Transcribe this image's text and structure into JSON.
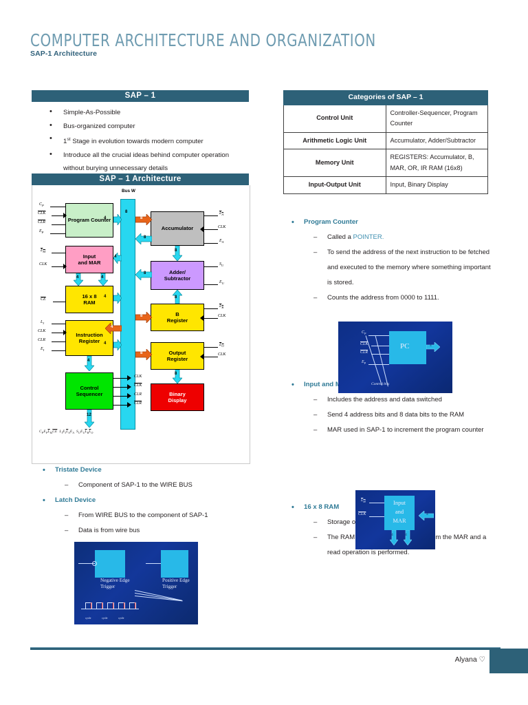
{
  "header": {
    "title": "COMPUTER ARCHITECTURE AND ORGANIZATION",
    "subtitle": "SAP-1 Architecture"
  },
  "sap1_box": {
    "caption": "SAP – 1",
    "bullets": [
      "Simple-As-Possible",
      "Bus-organized computer",
      "Stage in evolution towards modern computer",
      "Introduce all the crucial ideas behind computer operation without burying unnecessary details"
    ],
    "bullet3_prefix": "1",
    "bullet3_sup": "st"
  },
  "architecture": {
    "caption": "SAP – 1 Architecture",
    "bus_label": "Bus W",
    "blocks": [
      {
        "name": "program-counter",
        "label": "Program Counter",
        "color": "#c8efc8"
      },
      {
        "name": "input-and-mar",
        "label": "Input and MAR",
        "color": "#ff9ec4"
      },
      {
        "name": "ram",
        "label": "16 x 8 RAM",
        "color": "#ffe600"
      },
      {
        "name": "instruction-register",
        "label": "Instruction Register",
        "color": "#ffe600"
      },
      {
        "name": "control-sequencer",
        "label": "Control Sequencer",
        "color": "#00e500"
      },
      {
        "name": "accumulator",
        "label": "Accumulator",
        "color": "#bfbfbf"
      },
      {
        "name": "adder-subtractor",
        "label": "Adder/ Subtractor",
        "color": "#cc99ff"
      },
      {
        "name": "b-register",
        "label": "B Register",
        "color": "#ffe600"
      },
      {
        "name": "output-register",
        "label": "Output Register",
        "color": "#ffe600"
      },
      {
        "name": "binary-display",
        "label": "Binary Display",
        "color": "#ee0000"
      }
    ],
    "left_signals": [
      "C",
      "CLK",
      "CLR",
      "E",
      "L",
      "CLK",
      "CE",
      "L",
      "CLK",
      "CLR",
      "E"
    ],
    "pc_signals": [
      "Cp",
      "CLK",
      "CLR",
      "Ep"
    ],
    "mar_signals": [
      "LM",
      "CLK"
    ],
    "ram_signal": "CE",
    "ir_signals": [
      "LI",
      "CLK",
      "CLR",
      "EI"
    ],
    "acc_signals": [
      "LA",
      "CLK",
      "EA"
    ],
    "adder_signals": [
      "SU",
      "EU"
    ],
    "breg_signals": [
      "LB",
      "CLK"
    ],
    "oreg_signals": [
      "LO",
      "CLK"
    ],
    "cs_outputs": [
      "CLK",
      "CLK",
      "CLR",
      "CLR"
    ],
    "bus_widths": {
      "pc_out": "4",
      "bus": "8",
      "acc_in": "8",
      "acc_out": "8",
      "mar_in": "4",
      "ram_out": "4",
      "ir_in": "4",
      "ir_out": "4",
      "breg_in": "8",
      "oreg_in": "8",
      "adder_out": "8",
      "adder_in": "8",
      "acc_to_adder": "8",
      "cs_out": "12",
      "display_in": "8",
      "mar_to_ram_a": "4",
      "mar_to_ram_b": "4",
      "cs_from_ir": "4"
    },
    "control_bits": "CₚEₚ L̅ₘ C̅E̅  Lᵢ Eᵢ L̅ₐEₐ  SᵤEᵤL̅ᵦL̅ₒ"
  },
  "left_notes": {
    "groups": [
      {
        "title": "Tristate Device",
        "items": [
          {
            "text": "Component of SAP-1 to the WIRE BUS",
            "accent": false
          }
        ]
      },
      {
        "title": "Latch Device",
        "items": [
          {
            "text": "From WIRE BUS to the component of SAP-1",
            "accent": false
          },
          {
            "text": "Data is from wire bus",
            "accent": false
          }
        ]
      }
    ]
  },
  "latch_figure": {
    "label_left": "Negative Edge Trigger",
    "label_right": "Positive Edge Trigger",
    "cycle_labels": [
      "cycle",
      "cycle",
      "cycle"
    ]
  },
  "categories_table": {
    "caption": "Categories of SAP – 1",
    "rows": [
      {
        "unit": "Control Unit",
        "detail": "Controller-Sequencer, Program Counter"
      },
      {
        "unit": "Arithmetic Logic Unit",
        "detail": "Accumulator, Adder/Subtractor"
      },
      {
        "unit": "Memory Unit",
        "detail": "REGISTERS: Accumulator, B, MAR, OR, IR RAM (16x8)"
      },
      {
        "unit": "Input-Output Unit",
        "detail": "Input, Binary Display"
      }
    ]
  },
  "right_notes": {
    "groups": [
      {
        "title": "Program Counter",
        "items": [
          {
            "text": "Called a ",
            "accent_tail": "POINTER."
          },
          {
            "text": "To send the address of the next instruction to be fetched and executed to the memory where something important is stored."
          },
          {
            "text": "Counts the address from 0000 to 1111."
          }
        ]
      },
      {
        "title": "Input and MAR (Memory Address Register)",
        "items": [
          {
            "text": "Includes the address and data switched"
          },
          {
            "text": "Send 4 address bits and 8 data bits to the RAM"
          },
          {
            "text": "MAR used in SAP-1 to increment the program counter"
          }
        ]
      },
      {
        "title": "16 x 8 RAM",
        "items": [
          {
            "text": "Storage of data",
            "accent": true
          },
          {
            "text": "The RAM receives a 4-bit address from the MAR and a read operation is performed."
          }
        ]
      }
    ]
  },
  "pc_figure": {
    "box_label": "PC",
    "signals": [
      "C",
      "CLK",
      "CLR",
      "E"
    ],
    "caption": "Control bits",
    "out_width": "4"
  },
  "mar_figure": {
    "box_label": "Input and MAR",
    "signals": [
      "L",
      "CLK"
    ],
    "widths": [
      "4",
      "4",
      "4"
    ]
  },
  "footer": {
    "name": "Alyana ♡"
  },
  "colors": {
    "teal": "#2d6178",
    "teal_light": "#6e9bb0",
    "accent_text": "#2f7a96",
    "cyan_bus": "#28d7f0",
    "orange_arrow": "#e8641a"
  }
}
